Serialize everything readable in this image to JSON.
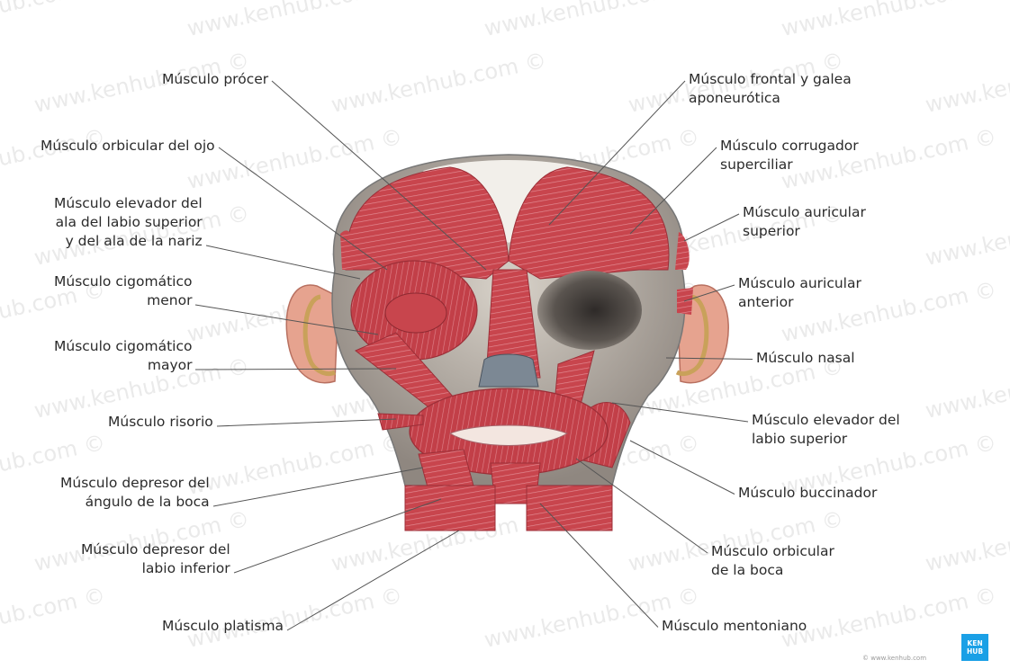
{
  "labels_left": [
    {
      "id": "procer",
      "lines": [
        "Músculo prócer"
      ]
    },
    {
      "id": "orbicular-ojo",
      "lines": [
        "Músculo orbicular del ojo"
      ]
    },
    {
      "id": "elevador-ala",
      "lines": [
        "Músculo elevador del",
        "ala del labio superior",
        "y del ala de la nariz"
      ]
    },
    {
      "id": "cigomatico-menor",
      "lines": [
        "Músculo cigomático",
        "menor"
      ]
    },
    {
      "id": "cigomatico-mayor",
      "lines": [
        "Músculo cigomático",
        "mayor"
      ]
    },
    {
      "id": "risorio",
      "lines": [
        "Músculo risorio"
      ]
    },
    {
      "id": "depresor-angulo",
      "lines": [
        "Músculo depresor del",
        "ángulo de la boca"
      ]
    },
    {
      "id": "depresor-labio",
      "lines": [
        "Músculo depresor del",
        "labio inferior"
      ]
    },
    {
      "id": "platisma",
      "lines": [
        "Músculo platisma"
      ]
    }
  ],
  "labels_right": [
    {
      "id": "frontal",
      "lines": [
        "Músculo frontal y galea",
        "aponeurótica"
      ]
    },
    {
      "id": "corrugador",
      "lines": [
        "Músculo corrugador",
        "superciliar"
      ]
    },
    {
      "id": "auricular-superior",
      "lines": [
        "Músculo auricular",
        "superior"
      ]
    },
    {
      "id": "auricular-anterior",
      "lines": [
        "Músculo auricular",
        "anterior"
      ]
    },
    {
      "id": "nasal",
      "lines": [
        "Músculo nasal"
      ]
    },
    {
      "id": "elevador-labio",
      "lines": [
        "Músculo elevador del",
        "labio superior"
      ]
    },
    {
      "id": "buccinador",
      "lines": [
        "Músculo buccinador"
      ]
    },
    {
      "id": "orbicular-boca",
      "lines": [
        "Músculo orbicular",
        "de la boca"
      ]
    },
    {
      "id": "mentoniano",
      "lines": [
        "Músculo mentoniano"
      ]
    }
  ],
  "watermark": "www.kenhub.com ©",
  "logo": {
    "line1": "KEN",
    "line2": "HUB"
  },
  "site_text": "© www.kenhub.com",
  "colors": {
    "muscle": "#c8454d",
    "muscle_light": "#d9707a",
    "bone": "#c9c2b8",
    "bone_dark": "#6e6862",
    "leader": "#555555",
    "logo": "#1aa0e6"
  }
}
